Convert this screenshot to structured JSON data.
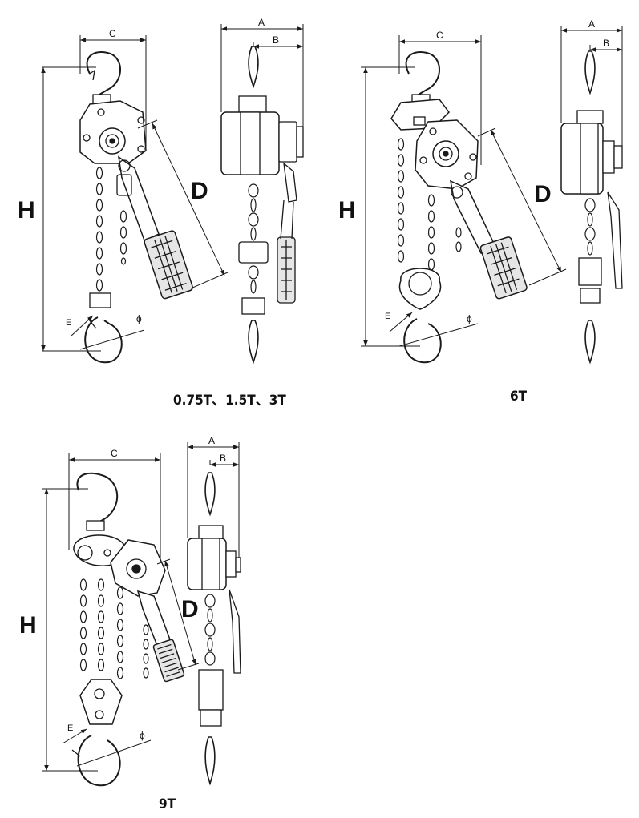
{
  "figures": [
    {
      "caption": "0.75T、1.5T、3T",
      "labels": {
        "h": "H",
        "c": "C",
        "d": "D",
        "e": "E",
        "phi": "ϕ",
        "a": "A",
        "b": "B"
      }
    },
    {
      "caption": "6T",
      "labels": {
        "h": "H",
        "c": "C",
        "d": "D",
        "e": "E",
        "phi": "ϕ",
        "a": "A",
        "b": "B"
      }
    },
    {
      "caption": "9T",
      "labels": {
        "h": "H",
        "c": "C",
        "d": "D",
        "e": "E",
        "phi": "ϕ",
        "a": "A",
        "b": "B"
      }
    }
  ],
  "colors": {
    "line": "#1a1a1a",
    "fill": "#ffffff",
    "grip": "#e6e6e6"
  }
}
